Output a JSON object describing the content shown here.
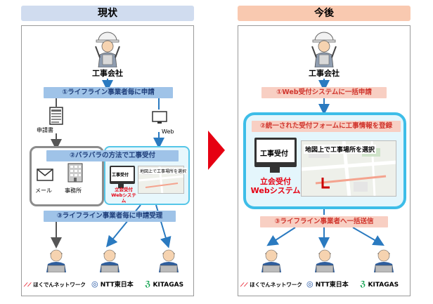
{
  "headers": {
    "left": "現状",
    "right": "今後"
  },
  "left": {
    "company": "工事会社",
    "step1": "①ライフライン事業者毎に申請",
    "doc_label": "申請書",
    "web_label": "Web",
    "step2": "②バラバラの方法で工事受付",
    "mail_label": "メール",
    "office_label": "事務所",
    "kouji_uketsuke_small": "工事受付",
    "map_label_small": "地図上で工事場所を選択",
    "system_small_1": "立会受付",
    "system_small_2": "Webシステム",
    "step3": "③ライフライン事業者毎に申請受理"
  },
  "right": {
    "company": "工事会社",
    "step1": "①Web受付システムに一括申請",
    "step2": "②統一された受付フォームに工事情報を登録",
    "kouji_uketsuke": "工事受付",
    "map_label": "地図上で工事場所を選択",
    "system_1": "立会受付",
    "system_2": "Webシステム",
    "step3": "③ライフライン事業者へ一括送信"
  },
  "logos": {
    "hokuden": "ほくでんネットワーク",
    "ntt": "NTT東日本",
    "kitagas": "KITAGAS"
  },
  "colors": {
    "bar_blue": "#9fc3e8",
    "bar_pink": "#f8cfc3",
    "accent_red": "#e60012",
    "teal": "#3dbde8",
    "arrow_blue": "#2a7ac0"
  }
}
